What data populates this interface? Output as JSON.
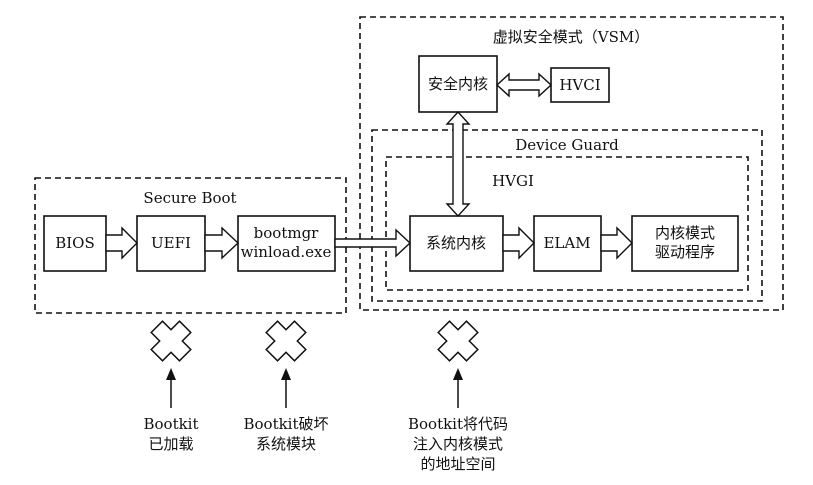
{
  "vsm": {
    "title": "虚拟安全模式（VSM）",
    "secure_kernel": "安全内核",
    "hvci": "HVCI"
  },
  "device_guard": {
    "title": "Device Guard",
    "hvgi": "HVGI"
  },
  "secure_boot": {
    "title": "Secure Boot",
    "bios": "BIOS",
    "uefi": "UEFI",
    "bootmgr": "bootmgr\nwinload.exe"
  },
  "kernel_path": {
    "system_kernel": "系统内核",
    "elam": "ELAM",
    "kernel_mode_drivers": "内核模式\n驱动程序"
  },
  "attacks": [
    {
      "text": "Bootkit\n已加载"
    },
    {
      "text": "Bootkit破坏\n系统模块"
    },
    {
      "text": "Bootkit将代码\n注入内核模式\n的地址空间"
    }
  ]
}
